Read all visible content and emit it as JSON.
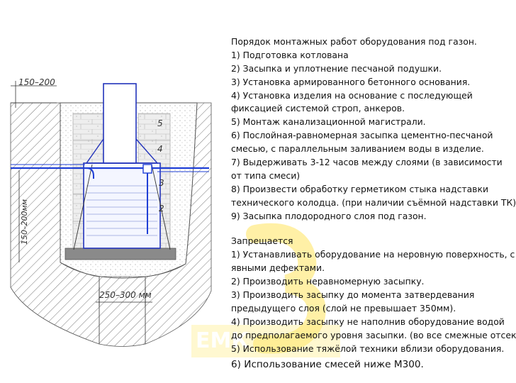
{
  "diagram": {
    "dimensions": {
      "top_cover": "150–200",
      "side_layer": "150–200мм",
      "bottom_gap": "250–300 мм"
    },
    "layer_numbers": [
      "5",
      "4",
      "3",
      "2"
    ],
    "colors": {
      "pipe_blue": "#1f3fd6",
      "tank_blue": "#2233bb",
      "hatch": "#555555",
      "base_slab": "#8a8a8a"
    }
  },
  "instructions": {
    "heading": "Порядок монтажных работ оборудования под газон.",
    "steps": [
      "1) Подготовка котлована",
      "2) Засыпка и уплотнение песчаной подушки.",
      "3) Установка армированного бетонного основания.",
      "4) Установка изделия на основание с последующей",
      "фиксацией системой строп, анкеров.",
      "5) Монтаж канализационной магистрали.",
      "6) Послойная-равномерная засыпка цементно-песчаной",
      "смесью, с параллельным заливанием воды в изделие.",
      "7) Выдерживать 3-12 часов между слоями (в зависимости",
      "от типа смеси)",
      "8) Произвести обработку герметиком стыка надставки",
      "технического колодца. (при наличии съёмной надставки ТК)",
      "9) Засыпка плодородного слоя под газон."
    ]
  },
  "prohibitions": {
    "heading": "Запрещается",
    "items": [
      "1) Устанавливать оборудование на неровную поверхность, с",
      "явными дефектами.",
      "2) Производить неравномерную засыпку.",
      "3) Производить засыпку до момента затвердевания",
      " предыдущего слоя (слой не превышает 350мм).",
      "4) Производить засыпку не наполнив оборудование водой",
      "до предполагаемого уровня засыпки. (во все смежные отсек",
      "5) Использование тяжёлой техники вблизи оборудования."
    ],
    "last": "6) Использование смесей ниже М300."
  },
  "watermark": {
    "text": "ЕМК",
    "color": "#ffd400"
  }
}
